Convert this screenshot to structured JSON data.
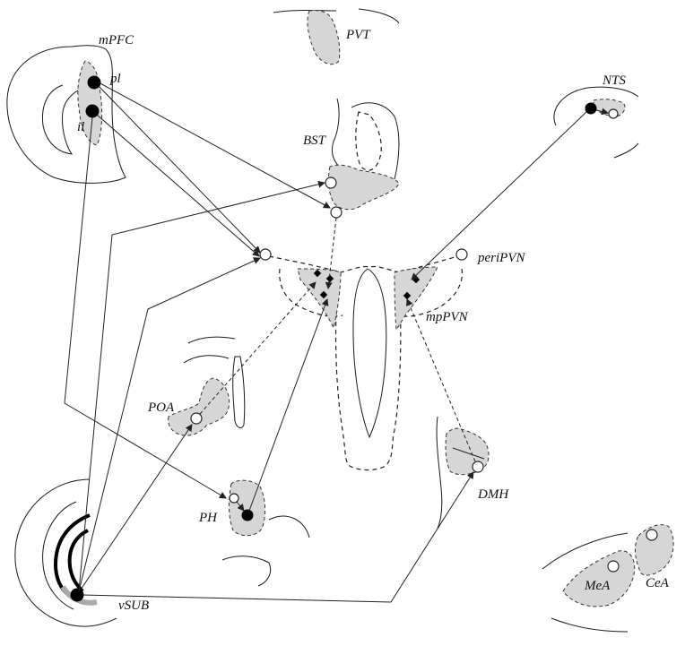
{
  "labels": {
    "mPFC": "mPFC",
    "pl": "pl",
    "il": "il",
    "PVT": "PVT",
    "BST": "BST",
    "NTS": "NTS",
    "periPVN": "periPVN",
    "mpPVN": "mpPVN",
    "POA": "POA",
    "PH": "PH",
    "DMH": "DMH",
    "vSUB": "vSUB",
    "MeA": "MeA",
    "CeA": "CeA"
  },
  "colors": {
    "region_fill": "#d6d6d6",
    "line": "#222222",
    "node_open": "#ffffff",
    "node_filled": "#000000"
  }
}
